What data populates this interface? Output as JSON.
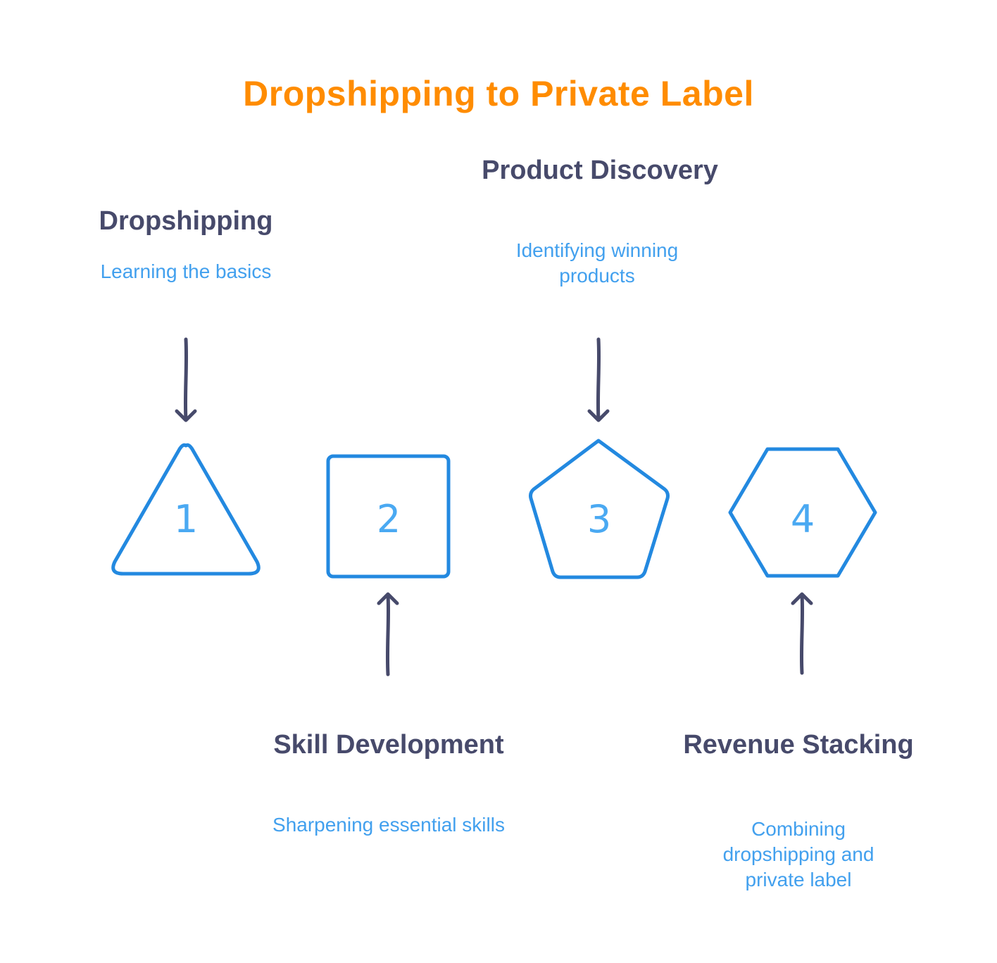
{
  "title": "Dropshipping to Private Label",
  "colors": {
    "title": "#ff8c00",
    "heading": "#474a6b",
    "description": "#42a0ee",
    "shape_stroke": "#2389e0",
    "arrow": "#474a6b"
  },
  "stages": [
    {
      "number": "1",
      "shape": "triangle",
      "title": "Dropshipping",
      "description": "Learning the basics",
      "label_position": "above"
    },
    {
      "number": "2",
      "shape": "square",
      "title": "Skill Development",
      "description": "Sharpening essential skills",
      "label_position": "below"
    },
    {
      "number": "3",
      "shape": "pentagon",
      "title": "Product Discovery",
      "description": "Identifying winning products",
      "label_position": "above"
    },
    {
      "number": "4",
      "shape": "hexagon",
      "title": "Revenue Stacking",
      "description": "Combining dropshipping and private label",
      "label_position": "below"
    }
  ]
}
